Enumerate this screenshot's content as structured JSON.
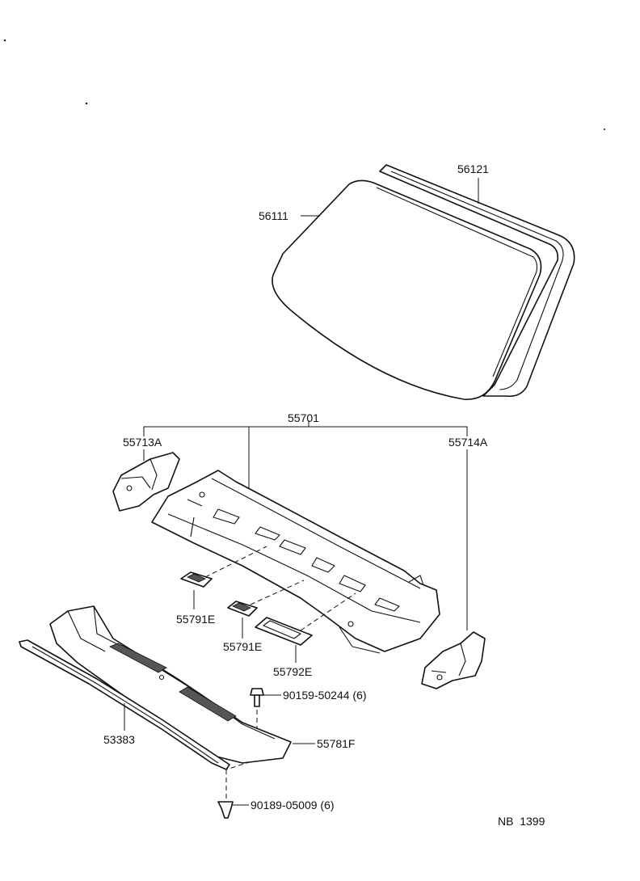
{
  "labels": {
    "glass_56111": "56111",
    "molding_56121": "56121",
    "cowl_55701": "55701",
    "side_55713A": "55713A",
    "side_55714A": "55714A",
    "seal_55791E_1": "55791E",
    "seal_55791E_2": "55791E",
    "seal_55792E": "55792E",
    "louver_55781F": "55781F",
    "strip_53383": "53383",
    "bolt_90159": "90159-50244 (6)",
    "clip_90189": "90189-05009 (6)",
    "page_code": "NB  1399"
  }
}
